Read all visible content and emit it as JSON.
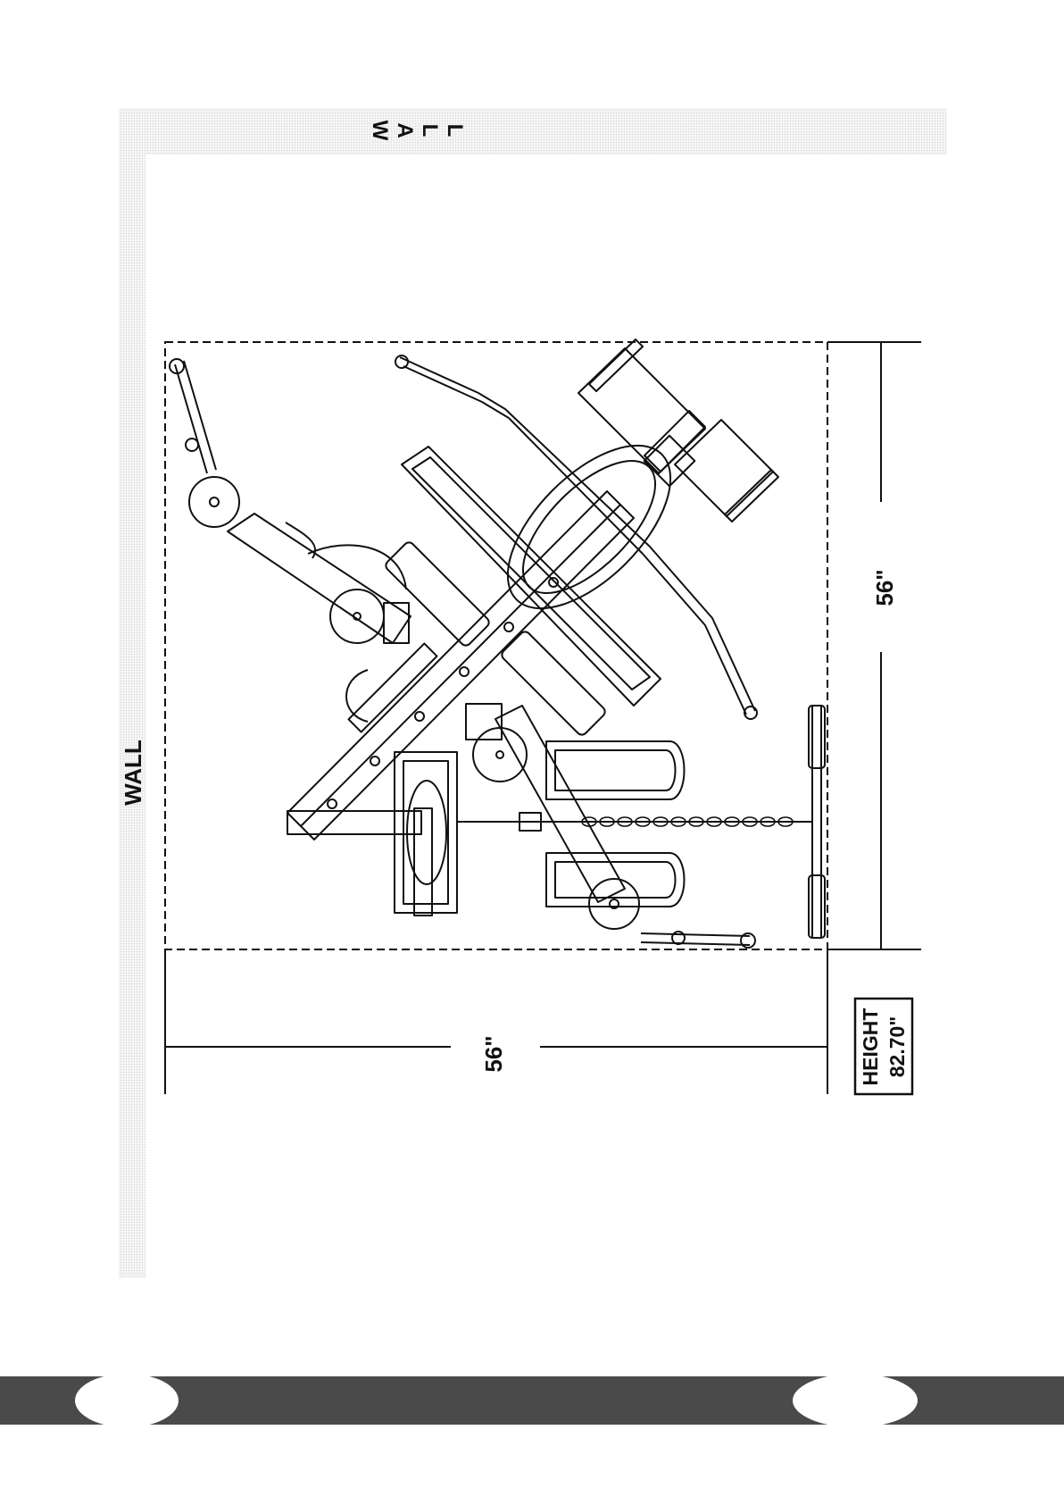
{
  "labels": {
    "wall_left": "WALL",
    "wall_top": [
      "W",
      "A",
      "L",
      "L"
    ],
    "width_dimension": "56\"",
    "depth_dimension": "56\"",
    "height_line1": "HEIGHT",
    "height_line2": "82.70\""
  },
  "colors": {
    "wall_hatch": "#e6e6e6",
    "line": "#111111",
    "footer_bar": "#4a4a4a",
    "footer_tab": "#ffffff"
  }
}
